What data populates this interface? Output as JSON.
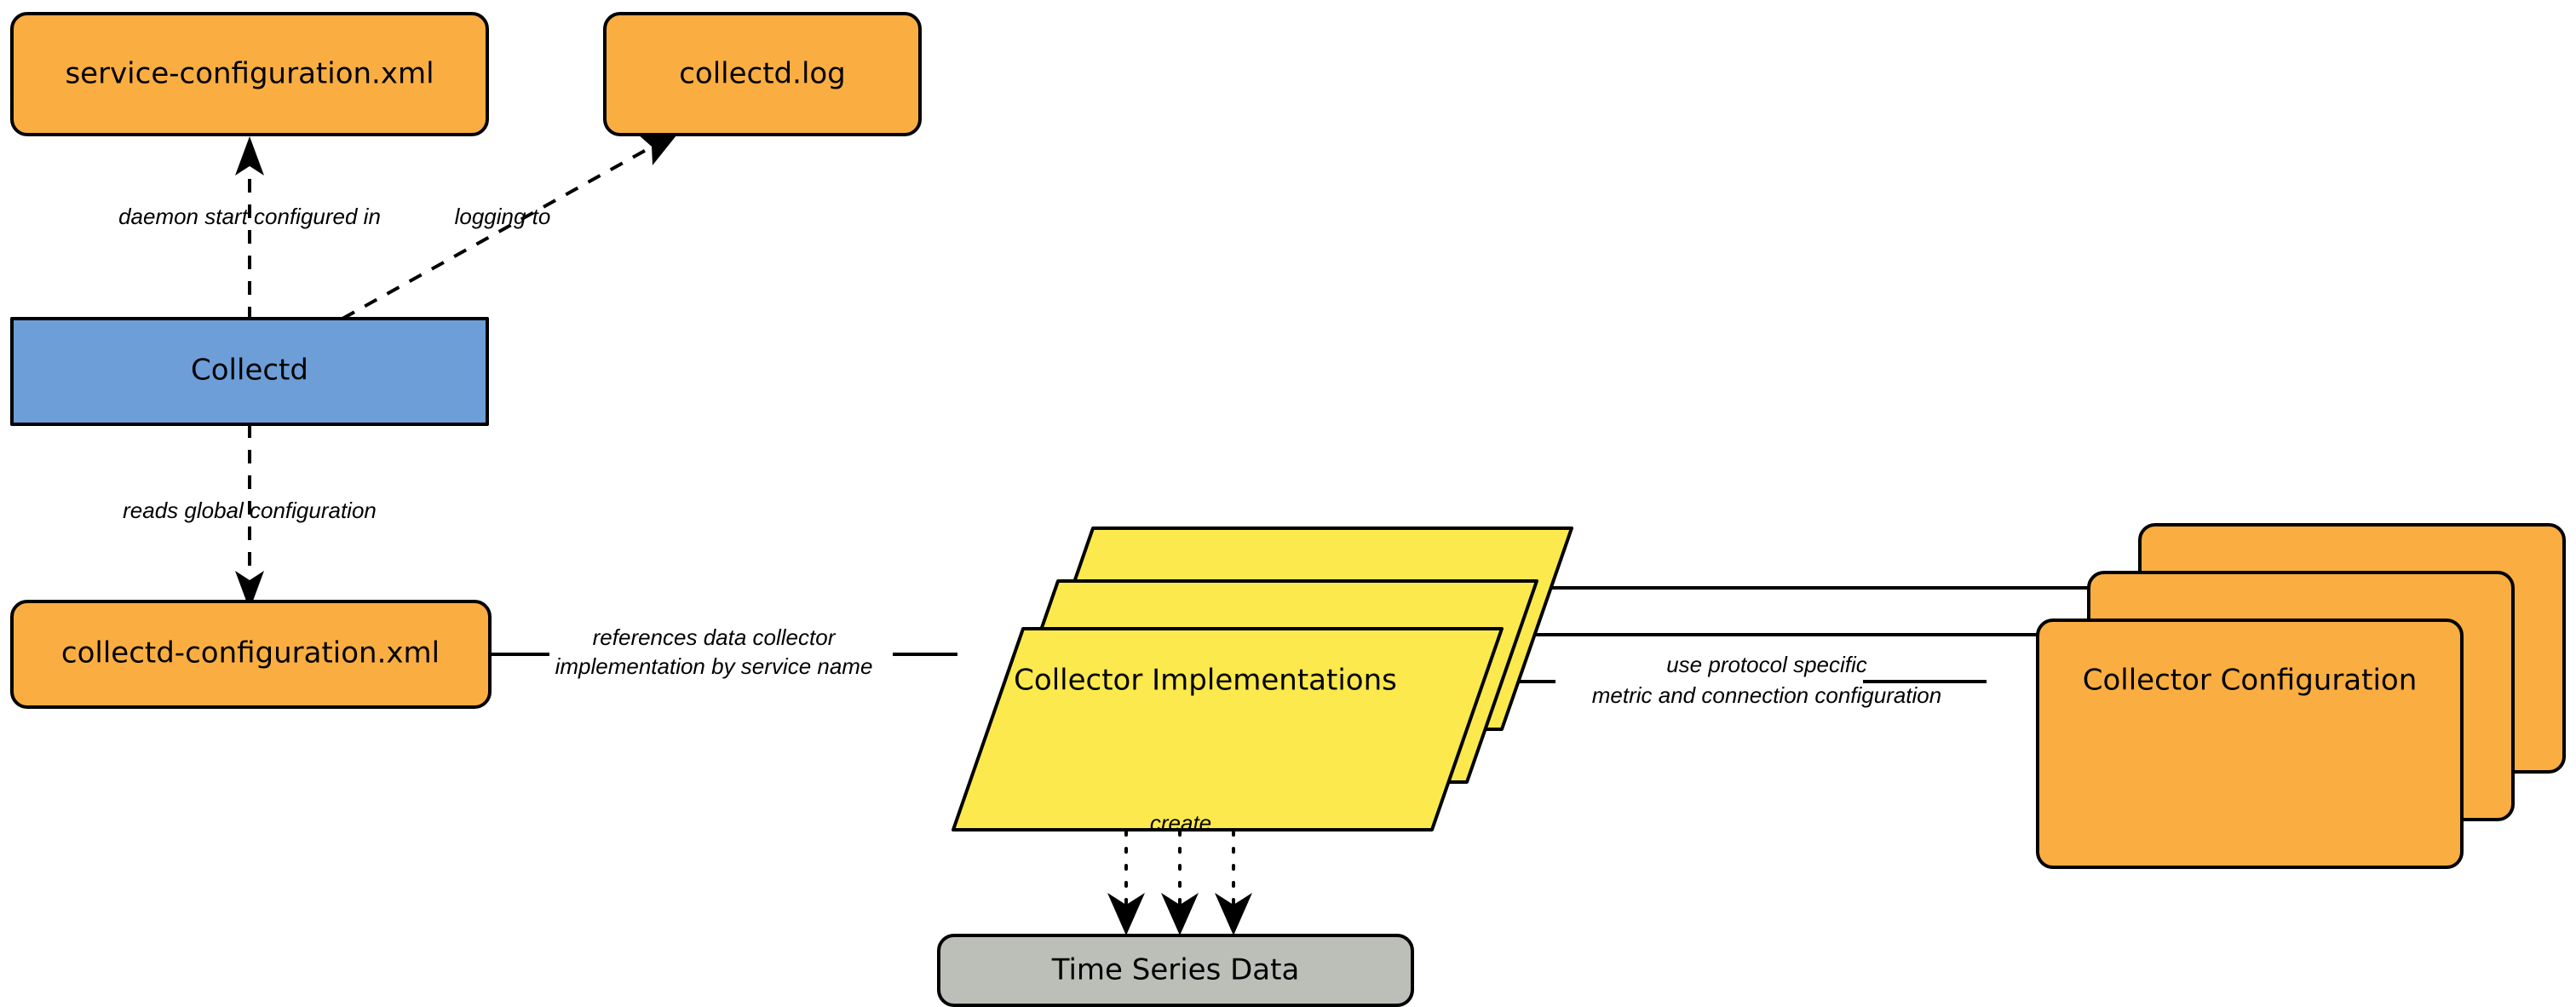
{
  "diagram": {
    "title": "Collectd architecture diagram",
    "background_color": "#ffffff",
    "colors": {
      "orange": "#FAAE42",
      "blue": "#6D9ED8",
      "yellow": "#FBE94D",
      "gray": "#BCBFB8",
      "stroke": "#000000",
      "text": "#000000"
    }
  },
  "nodes": {
    "service_configuration": {
      "label": "service-configuration.xml",
      "fill": "#FAAE42",
      "shape": "rounded-rect"
    },
    "collectd_log": {
      "label": "collectd.log",
      "fill": "#FAAE42",
      "shape": "rounded-rect"
    },
    "collectd": {
      "label": "Collectd",
      "fill": "#6D9ED8",
      "shape": "rect"
    },
    "collectd_configuration": {
      "label": "collectd-configuration.xml",
      "fill": "#FAAE42",
      "shape": "rounded-rect"
    },
    "collector_implementations": {
      "label": "Collector Implementations",
      "fill": "#FBE94D",
      "shape": "parallelogram-stack",
      "stack_count": 3
    },
    "collector_configuration": {
      "label": "Collector   Configuration",
      "fill": "#FAAE42",
      "shape": "rounded-rect-stack",
      "stack_count": 3
    },
    "time_series_data": {
      "label": "Time Series Data",
      "fill": "#BCBFB8",
      "shape": "rounded-rect"
    }
  },
  "edges": {
    "daemon_start": {
      "label": "daemon start configured in",
      "style": "dashed",
      "arrow": true
    },
    "logging_to": {
      "label": "logging to",
      "style": "dashed",
      "arrow": true
    },
    "reads_global": {
      "label": "reads global configuration",
      "style": "dashed",
      "arrow": true
    },
    "references_data_collector": {
      "label_line1": "references data collector",
      "label_line2": "implementation by service name",
      "style": "solid",
      "arrow": false
    },
    "use_protocol_specific": {
      "label_line1": "use protocol specific",
      "label_line2": "metric and connection configuration",
      "style": "solid",
      "arrow": false
    },
    "create": {
      "label": "create",
      "style": "dotted",
      "arrow": true
    }
  }
}
